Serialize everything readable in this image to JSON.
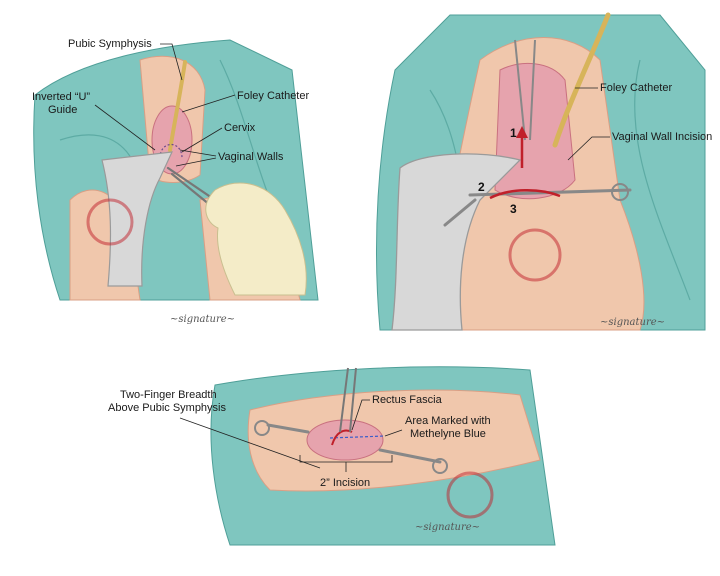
{
  "colors": {
    "drape": "#7fc6bf",
    "drape_dark": "#4f9f98",
    "skin": "#f0c7ac",
    "skin_dark": "#d99f85",
    "tissue": "#e6a3ad",
    "tissue_dark": "#c9707f",
    "speculum": "#d8d8d8",
    "speculum_dark": "#9a9a9a",
    "catheter": "#d7b45a",
    "glove": "#f4ecc8",
    "arrow": "#c0202a"
  },
  "icons": [
    "copyright-watermark-icon",
    "artist-signature-icon"
  ],
  "panels": {
    "top_left": {
      "labels": {
        "pubic_symphysis": "Pubic Symphysis",
        "inverted_u_line1": "Inverted “U”",
        "inverted_u_line2": "Guide",
        "foley_catheter": "Foley Catheter",
        "cervix": "Cervix",
        "vaginal_walls": "Vaginal Walls"
      }
    },
    "top_right": {
      "labels": {
        "foley_catheter": "Foley Catheter",
        "vaginal_wall_incision": "Vaginal Wall Incision"
      },
      "steps": [
        "1",
        "2",
        "3"
      ]
    },
    "bottom": {
      "labels": {
        "two_finger_line1": "Two-Finger Breadth",
        "two_finger_line2": "Above Pubic Symphysis",
        "rectus_fascia": "Rectus Fascia",
        "area_marked_line1": "Area Marked with",
        "area_marked_line2": "Methelyne Blue",
        "incision": "2” Incision"
      }
    }
  }
}
